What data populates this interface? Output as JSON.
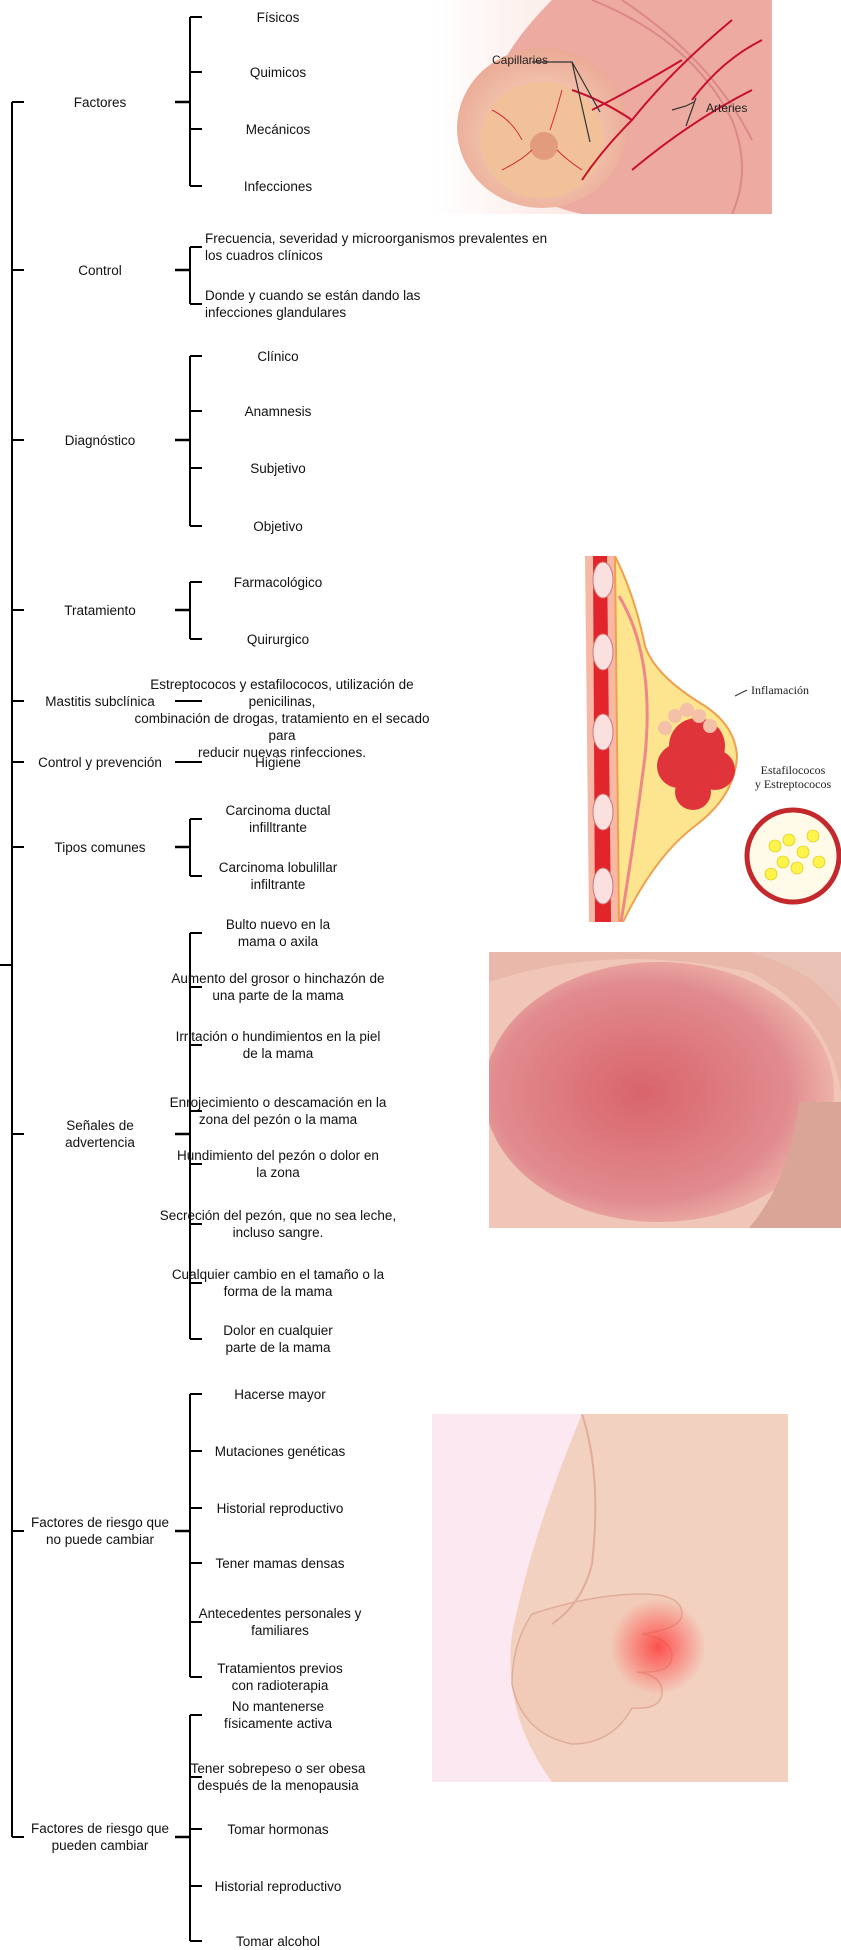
{
  "categories": [
    {
      "label": "Factores",
      "items": [
        "Físicos",
        "Quimicos",
        "Mecánicos",
        "Infecciones"
      ]
    },
    {
      "label": "Control",
      "items": [
        "Frecuencia, severidad y microorganismos prevalentes en\nlos cuadros clínicos",
        "Donde y cuando se están dando las\ninfecciones glandulares"
      ]
    },
    {
      "label": "Diagnóstico",
      "items": [
        "Clínico",
        "Anamnesis",
        "Subjetivo",
        "Objetivo"
      ]
    },
    {
      "label": "Tratamiento",
      "items": [
        "Farmacológico",
        "Quirurgico"
      ]
    },
    {
      "label": "Mastitis subclínica",
      "items": [
        "Estreptococos y estafilococos, utilización de penicilinas,\ncombinación de drogas, tratamiento en el secado para\nreducir nuevas rinfecciones."
      ]
    },
    {
      "label": "Control y prevención",
      "items": [
        "Higiene"
      ]
    },
    {
      "label": "Tipos comunes",
      "items": [
        "Carcinoma ductal\ninfilltrante",
        "Carcinoma lobulillar\ninfiltrante"
      ]
    },
    {
      "label": "Señales de\nadvertencia",
      "items": [
        "Bulto nuevo en la\nmama o axila",
        "Aumento del grosor o hinchazón de\nuna parte de la mama",
        "Irritación o hundimientos en la piel\nde la mama",
        "Enrojecimiento o descamación en la\nzona del pezón o la mama",
        "Hundimiento del pezón o dolor en\nla zona",
        "Secreción del pezón, que no sea leche,\nincluso sangre.",
        "Cualquier cambio en el tamaño o la\nforma de la mama",
        "Dolor en cualquier\nparte de la mama"
      ]
    },
    {
      "label": "Factores de riesgo que\nno puede cambiar",
      "items": [
        "Hacerse mayor",
        "Mutaciones genéticas",
        "Historial reproductivo",
        "Tener mamas densas",
        "Antecedentes personales y\nfamiliares",
        "Tratamientos previos\ncon radioterapia"
      ]
    },
    {
      "label": "Factores de riesgo que\npueden cambiar",
      "items": [
        "No mantenerse\nfísicamente activa",
        "Tener sobrepeso o ser obesa\ndespués de la menopausia",
        "Tomar hormonas",
        "Historial reproductivo",
        "Tomar alcohol"
      ]
    }
  ],
  "images": {
    "anatomy": {
      "labels": [
        "Capillaries",
        "Arteries"
      ],
      "skin": "#f0b3a8",
      "artery": "#c8102e"
    },
    "inflammation": {
      "labels": [
        "Inflamación",
        "Estafilococos\ny Estreptococos"
      ],
      "tissue": "#ffe08a",
      "inflamed": "#e01818"
    },
    "rash": {
      "skin": "#e8a79c",
      "rash": "#d65a66"
    },
    "hand": {
      "skin": "#f2cbb8",
      "pain": "#ff3b3b"
    }
  },
  "colors": {
    "line": "#000000",
    "text": "#111111"
  }
}
